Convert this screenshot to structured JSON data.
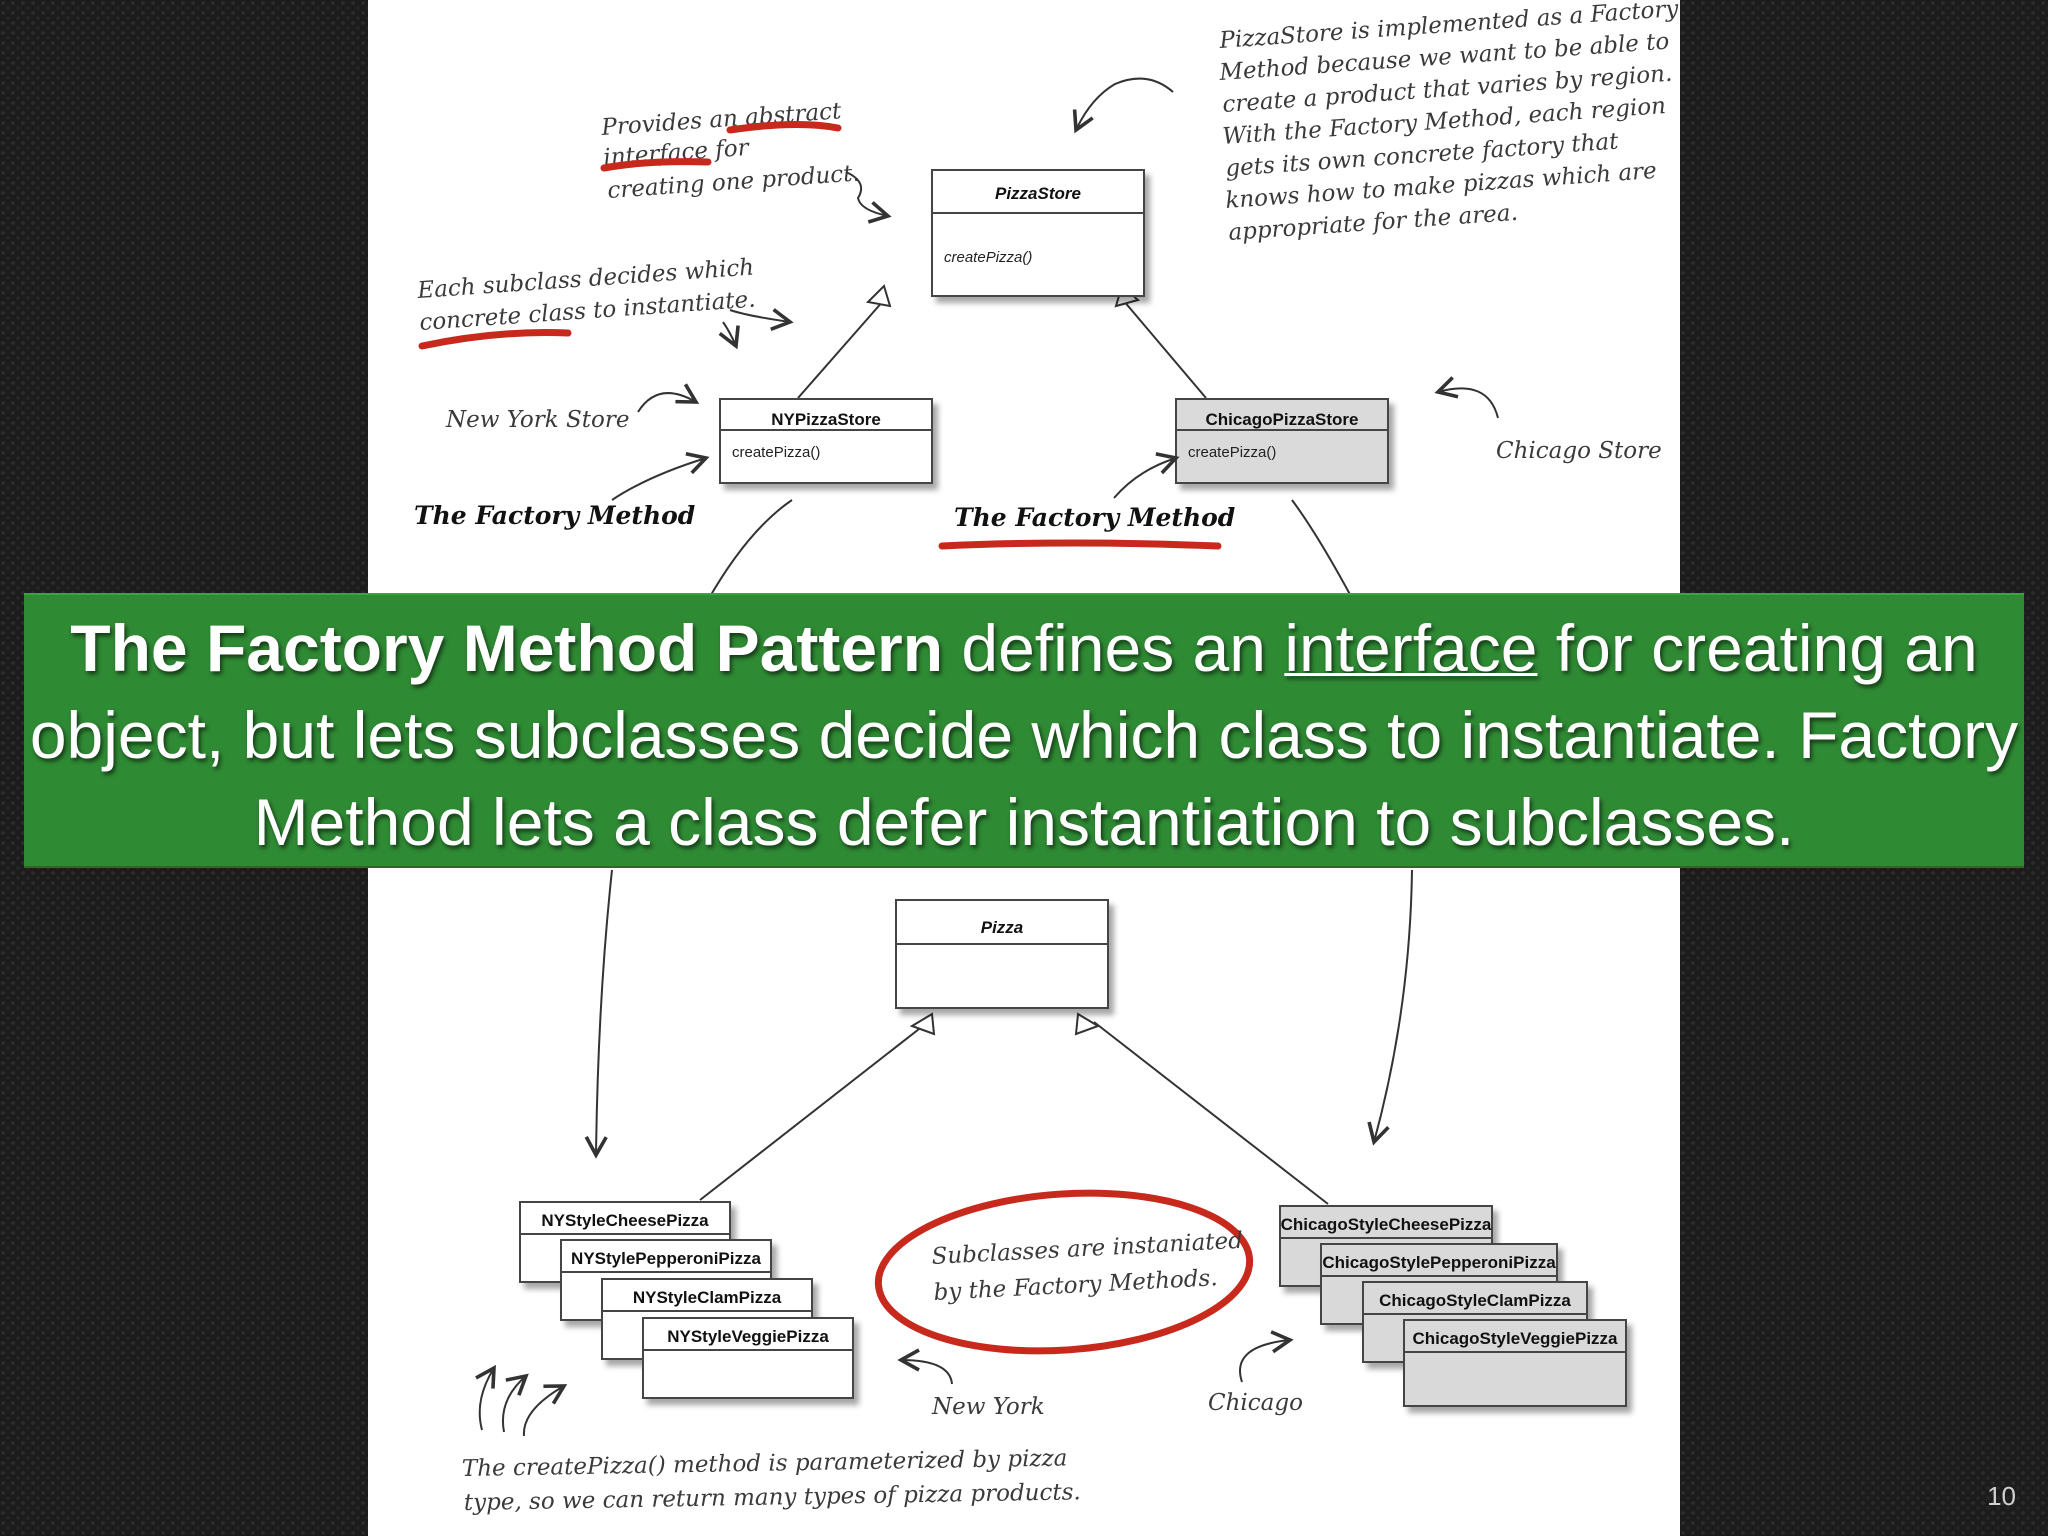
{
  "notes": {
    "pizzastore_factory": [
      "PizzaStore is implemented as a Factory",
      "Method because we want to be able to",
      "create a product that varies by region.",
      "With the Factory Method, each region",
      "gets its own concrete factory that",
      "knows how to make pizzas which are",
      "appropriate for the area."
    ],
    "abstract_interface": [
      "Provides an abstract",
      "interface for",
      "creating one product."
    ],
    "each_subclass": [
      "Each subclass decides which",
      "concrete class to instantiate."
    ],
    "new_york_store": "New York Store",
    "chicago_store": "Chicago Store",
    "factory_method_left": "The Factory Method",
    "factory_method_right": "The Factory Method",
    "subclasses_instantiated": [
      "Subclasses are instaniated",
      "by the Factory Methods."
    ],
    "new_york": "New York",
    "chicago": "Chicago",
    "parameterized": [
      "The createPizza() method is parameterized by pizza",
      "type, so we can return many types of pizza products."
    ]
  },
  "classes": {
    "pizza_store": {
      "name": "PizzaStore",
      "method": "createPizza()"
    },
    "ny_pizza_store": {
      "name": "NYPizzaStore",
      "method": "createPizza()"
    },
    "chicago_pizza_store": {
      "name": "ChicagoPizzaStore",
      "method": "createPizza()"
    },
    "pizza": {
      "name": "Pizza"
    },
    "ny_pizzas": [
      "NYStyleCheesePizza",
      "NYStylePepperoniPizza",
      "NYStyleClamPizza",
      "NYStyleVeggiePizza"
    ],
    "chicago_pizzas": [
      "ChicagoStyleCheesePizza",
      "ChicagoStylePepperoniPizza",
      "ChicagoStyleClamPizza",
      "ChicagoStyleVeggiePizza"
    ]
  },
  "banner": {
    "bold": "The Factory Method Pattern",
    "part1": " defines an ",
    "underlined": "interface",
    "part2": " for creating an object, but lets subclasses decide which class to instantiate. Factory Method lets a class defer instantiation to subclasses."
  },
  "slide_number": "10",
  "colors": {
    "banner": "#2f8a34",
    "highlight_red": "#c8291d",
    "background": "#1c1c1c"
  }
}
